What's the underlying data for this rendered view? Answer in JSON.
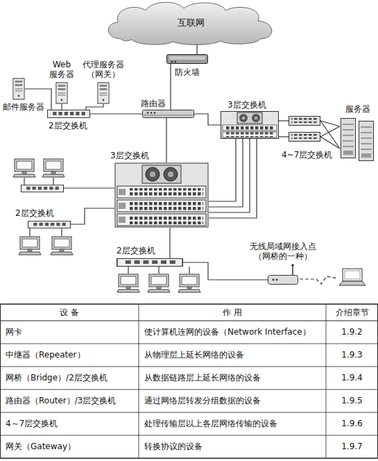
{
  "diagram": {
    "nodes": [
      {
        "text": [
          "互联网"
        ]
      },
      {
        "text": [
          "防火墙"
        ]
      },
      {
        "text": [
          "Web 服务器"
        ]
      },
      {
        "text": [
          "代理服务器 （网关）"
        ]
      },
      {
        "text": [
          "路由器"
        ]
      },
      {
        "text": [
          "邮件服务器"
        ]
      },
      {
        "text": [
          "2层交换机"
        ]
      },
      {
        "text": [
          "3层交换机"
        ]
      },
      {
        "text": [
          "服务器"
        ]
      },
      {
        "text": [
          "4~7层交换机"
        ]
      },
      {
        "text": [
          "3层交换机"
        ]
      },
      {
        "text": [
          "2层交换机"
        ]
      },
      {
        "text": [
          "2层交换机"
        ]
      },
      {
        "text": [
          "无线局域网接入点 （网桥的一种）"
        ]
      }
    ],
    "edges": [
      {
        "from": 0,
        "to": 1,
        "arrow": "none"
      },
      {
        "from": 1,
        "to": 4,
        "arrow": "none"
      },
      {
        "from": 4,
        "to": 6,
        "arrow": "none"
      },
      {
        "from": 2,
        "to": 6,
        "arrow": "none"
      },
      {
        "from": 3,
        "to": 6,
        "arrow": "none"
      },
      {
        "from": 5,
        "to": 6,
        "arrow": "none"
      },
      {
        "from": 4,
        "to": 7,
        "arrow": "none"
      },
      {
        "from": 4,
        "to": 10,
        "arrow": "none"
      },
      {
        "from": 7,
        "to": 10,
        "arrow": "none"
      },
      {
        "from": 7,
        "to": 10,
        "arrow": "none"
      },
      {
        "from": 7,
        "to": 10,
        "arrow": "none"
      },
      {
        "from": 7,
        "to": 10,
        "arrow": "none"
      },
      {
        "from": 7,
        "to": 9,
        "arrow": "none"
      },
      {
        "from": 7,
        "to": 9,
        "arrow": "none"
      },
      {
        "from": 9,
        "to": 8,
        "arrow": "none"
      },
      {
        "from": 9,
        "to": 8,
        "arrow": "none"
      },
      {
        "from": 9,
        "to": 8,
        "arrow": "none"
      },
      {
        "from": 9,
        "to": 8,
        "arrow": "none"
      },
      {
        "from": 10,
        "to": 11,
        "arrow": "none"
      },
      {
        "from": 10,
        "to": 12,
        "arrow": "none"
      },
      {
        "from": 12,
        "to": 13,
        "arrow": "none"
      }
    ],
    "labels": [
      "设 备",
      "作 用",
      "介绍章节",
      "网卡",
      "使计算机连网的设备（Network Interface）",
      "1.9.2",
      "中继器（Repeater）",
      "从物理层上延长网络的设备",
      "1.9.3",
      "网桥（Bridge）/2层交换机",
      "从数据链路层上延长网络的设备",
      "1.9.4",
      "路由器（Router）/3层交换机",
      "通过网络层转发分组数据的设备",
      "1.9.5",
      "4～7层交换机",
      "处理传输层以上各层网络传输的设备",
      "1.9.6",
      "网关（Gateway）",
      "转换协议的设备",
      "1.9.7"
    ]
  }
}
